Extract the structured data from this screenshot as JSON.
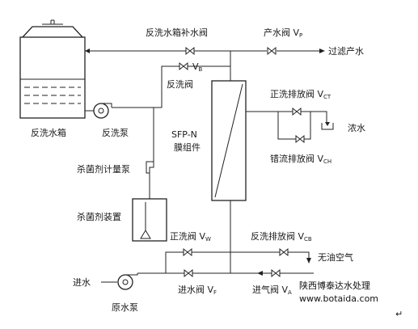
{
  "labels": {
    "backwash_makeup_valve": "反洗水箱补水阀",
    "product_valve": "产水阀",
    "product_valve_sub": "P",
    "filtered_water": "过滤产水",
    "vb": "V",
    "vb_sub": "B",
    "backwash_valve": "反洗阀",
    "forward_drain_valve": "正洗排放阀",
    "forward_drain_sub": "CT",
    "concentrate": "浓水",
    "backwash_tank": "反洗水箱",
    "backwash_pump": "反洗泵",
    "module_line1": "SFP-N",
    "module_line2": "膜组件",
    "crossflow_valve": "错流排放阀",
    "crossflow_sub": "CH",
    "dosing_pump": "杀菌剂计量泵",
    "sterilizer_device": "杀菌剂装置",
    "forward_wash_valve": "正洗阀",
    "forward_wash_sub": "W",
    "backwash_drain_valve": "反洗排放阀",
    "backwash_drain_sub": "CB",
    "oil_free_air": "无油空气",
    "water_inlet": "进水",
    "inlet_valve": "进水阀",
    "inlet_valve_sub": "F",
    "air_valve": "进气阀",
    "air_valve_sub": "A",
    "raw_pump": "原水泵"
  },
  "watermark": {
    "line1": "陕西博泰达水处理",
    "line2": "www.botaida.com"
  },
  "marks": {
    "return_arrow": "↵"
  }
}
